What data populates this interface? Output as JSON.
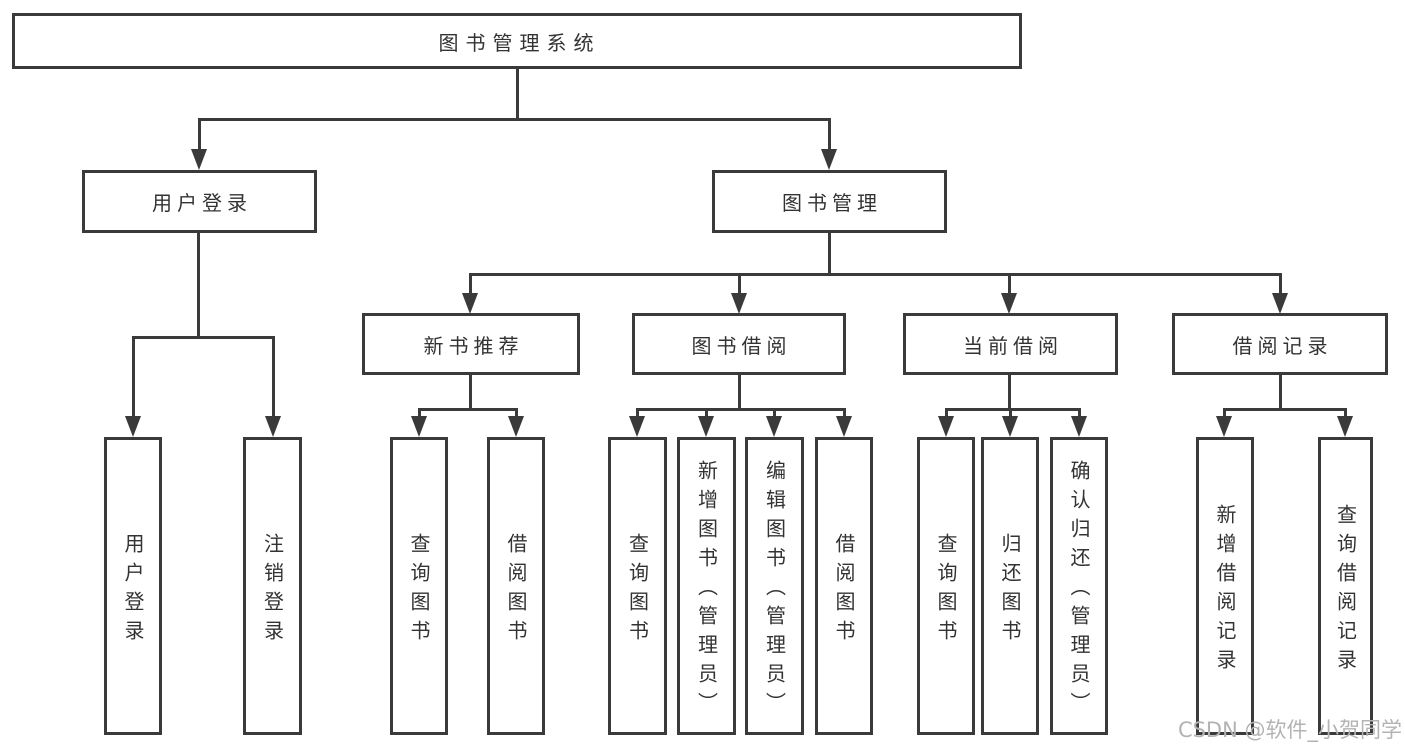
{
  "tree": {
    "label": "图书管理系统",
    "children": [
      {
        "label": "用户登录",
        "children": [
          {
            "label": "用户登录"
          },
          {
            "label": "注销登录"
          }
        ]
      },
      {
        "label": "图书管理",
        "children": [
          {
            "label": "新书推荐",
            "children": [
              {
                "label": "查询图书"
              },
              {
                "label": "借阅图书"
              }
            ]
          },
          {
            "label": "图书借阅",
            "children": [
              {
                "label": "查询图书"
              },
              {
                "label": "新增图书（管理员）"
              },
              {
                "label": "编辑图书（管理员）"
              },
              {
                "label": "借阅图书"
              }
            ]
          },
          {
            "label": "当前借阅",
            "children": [
              {
                "label": "查询图书"
              },
              {
                "label": "归还图书"
              },
              {
                "label": "确认归还（管理员）"
              }
            ]
          },
          {
            "label": "借阅记录",
            "children": [
              {
                "label": "新增借阅记录"
              },
              {
                "label": "查询借阅记录"
              }
            ]
          }
        ]
      }
    ]
  },
  "watermark": {
    "text": "CSDN @软件_小贺同学"
  },
  "colors": {
    "line": "#3a3a3a",
    "text": "#333333",
    "background": "#ffffff",
    "watermark": "#b3b3b3"
  }
}
